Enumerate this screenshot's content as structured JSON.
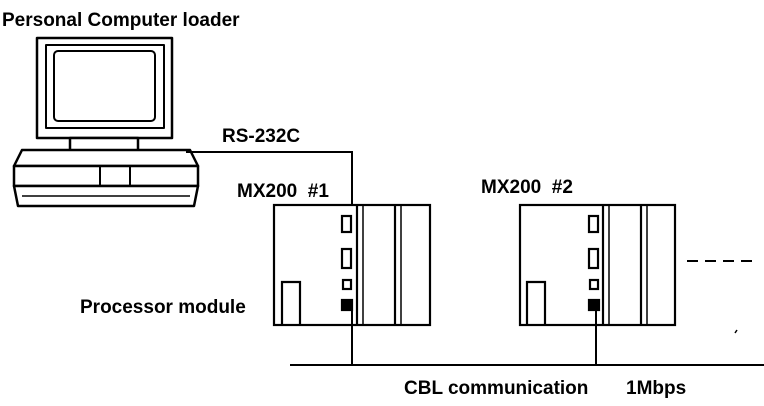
{
  "labels": {
    "loader": "Personal Computer loader",
    "rs232c": "RS-232C",
    "plc1": "MX200  #1",
    "plc2": "MX200  #2",
    "processor": "Processor module",
    "bus": "CBL communication",
    "speed": "1Mbps"
  },
  "colors": {
    "ink": "#000000",
    "paper": "#ffffff"
  },
  "icons": [
    "personal-computer-icon",
    "plc-unit-icon"
  ]
}
